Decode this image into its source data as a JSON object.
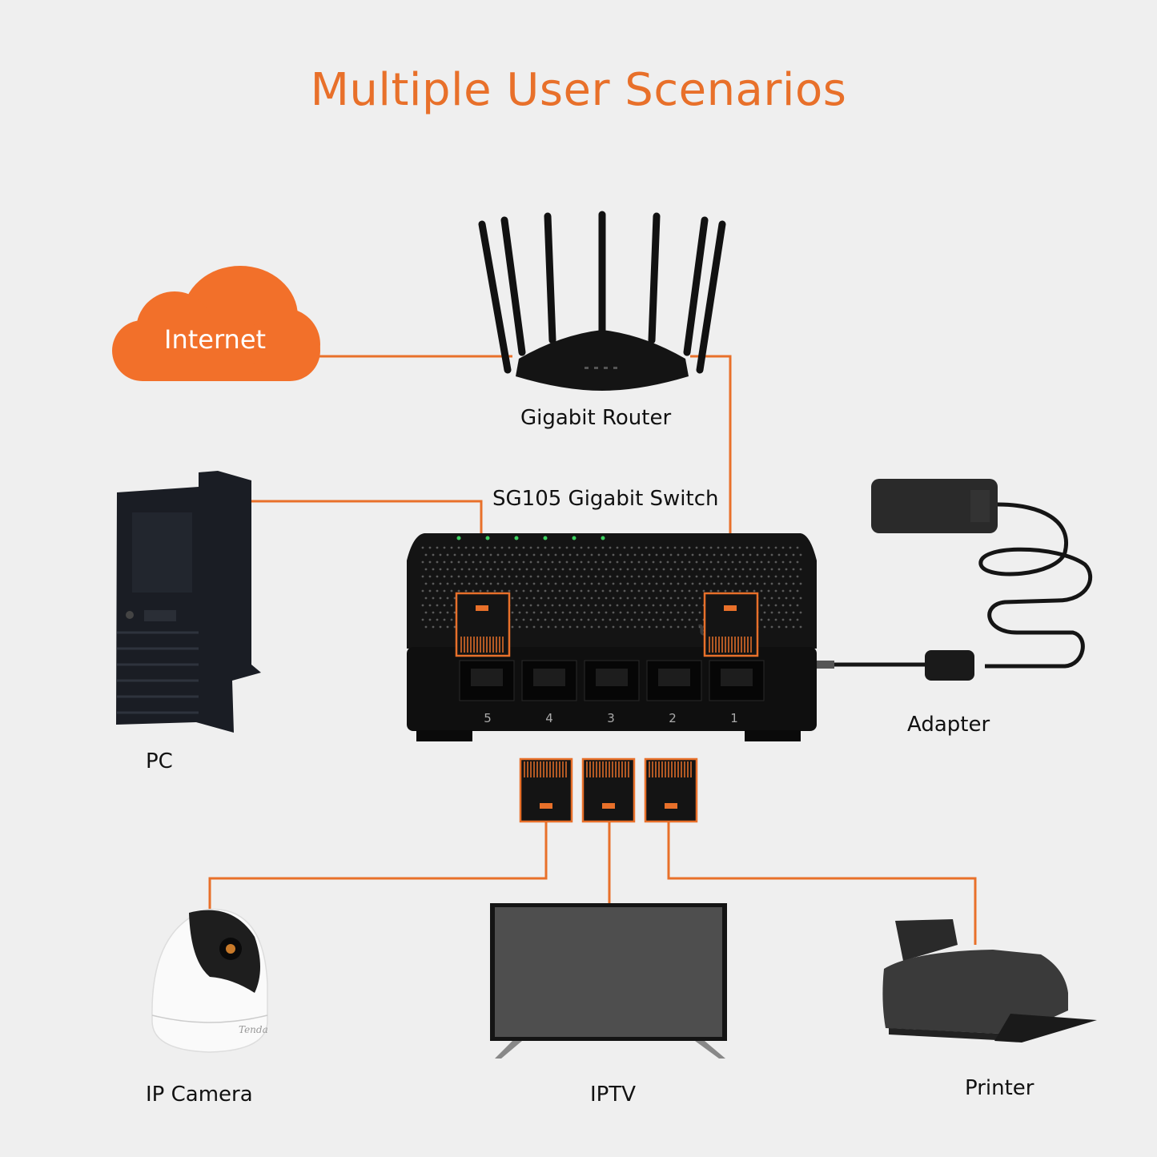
{
  "title": "Multiple User Scenarios",
  "labels": {
    "internet": "Internet",
    "router": "Gigabit Router",
    "switch": "SG105 Gigabit Switch",
    "pc": "PC",
    "adapter": "Adapter",
    "ip_camera": "IP Camera",
    "iptv": "IPTV",
    "printer": "Printer"
  },
  "switch_ports": [
    "5",
    "4",
    "3",
    "2",
    "1"
  ],
  "brand": "Tenda",
  "colors": {
    "accent": "#e8702a",
    "device": "#141414",
    "background": "#efefef"
  }
}
